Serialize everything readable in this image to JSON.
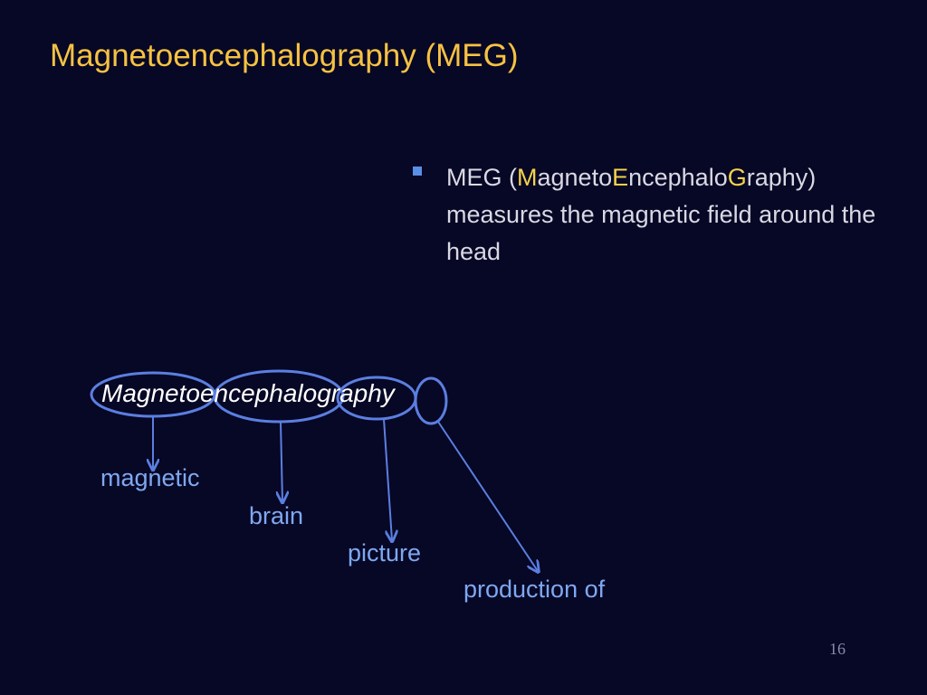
{
  "slide": {
    "title": "Magnetoencephalography (MEG)",
    "bullet": {
      "prefix": "MEG (",
      "letter_m": "M",
      "part_magneto": "agneto",
      "letter_e": "E",
      "part_encephalo": "ncephalo",
      "letter_g": "G",
      "suffix": "raphy) measures the magnetic field around the head"
    },
    "word": "Magnetoencephalography",
    "meanings": [
      "magnetic",
      "brain",
      "picture",
      "production of"
    ],
    "page_number": "16"
  },
  "colors": {
    "background": "#070726",
    "title": "#f5c242",
    "highlight": "#f5d24a",
    "bullet_marker": "#5b8ee6",
    "meaning_text": "#7fa8f0",
    "annotation": "#5b7fe0"
  }
}
